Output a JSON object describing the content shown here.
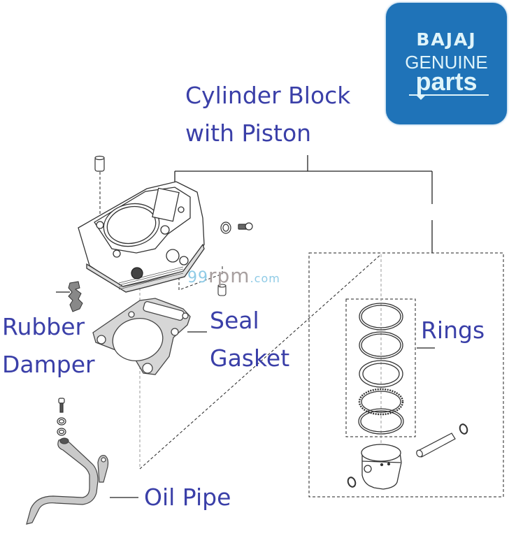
{
  "brand": {
    "line1": "BAJAJ",
    "line2": "GENUINE",
    "line3": "parts",
    "background_color": "#1f73b8",
    "text_color": "#dff4fa"
  },
  "watermark": {
    "prefix": "99",
    "main": "rpm",
    "suffix": ".com"
  },
  "labels": {
    "cylinder_block_line1": "Cylinder Block",
    "cylinder_block_line2": "with Piston",
    "rubber_damper_line1": "Rubber",
    "rubber_damper_line2": "Damper",
    "seal_gasket_line1": "Seal",
    "seal_gasket_line2": "Gasket",
    "rings": "Rings",
    "oil_pipe": "Oil Pipe"
  },
  "label_color": "#3a3fa8",
  "parts": [
    "cylinder-block",
    "dowel-pin",
    "washer",
    "bolt",
    "rubber-damper",
    "seal-gasket",
    "piston-ring-set",
    "piston",
    "piston-pin",
    "circlip",
    "oil-pipe"
  ]
}
